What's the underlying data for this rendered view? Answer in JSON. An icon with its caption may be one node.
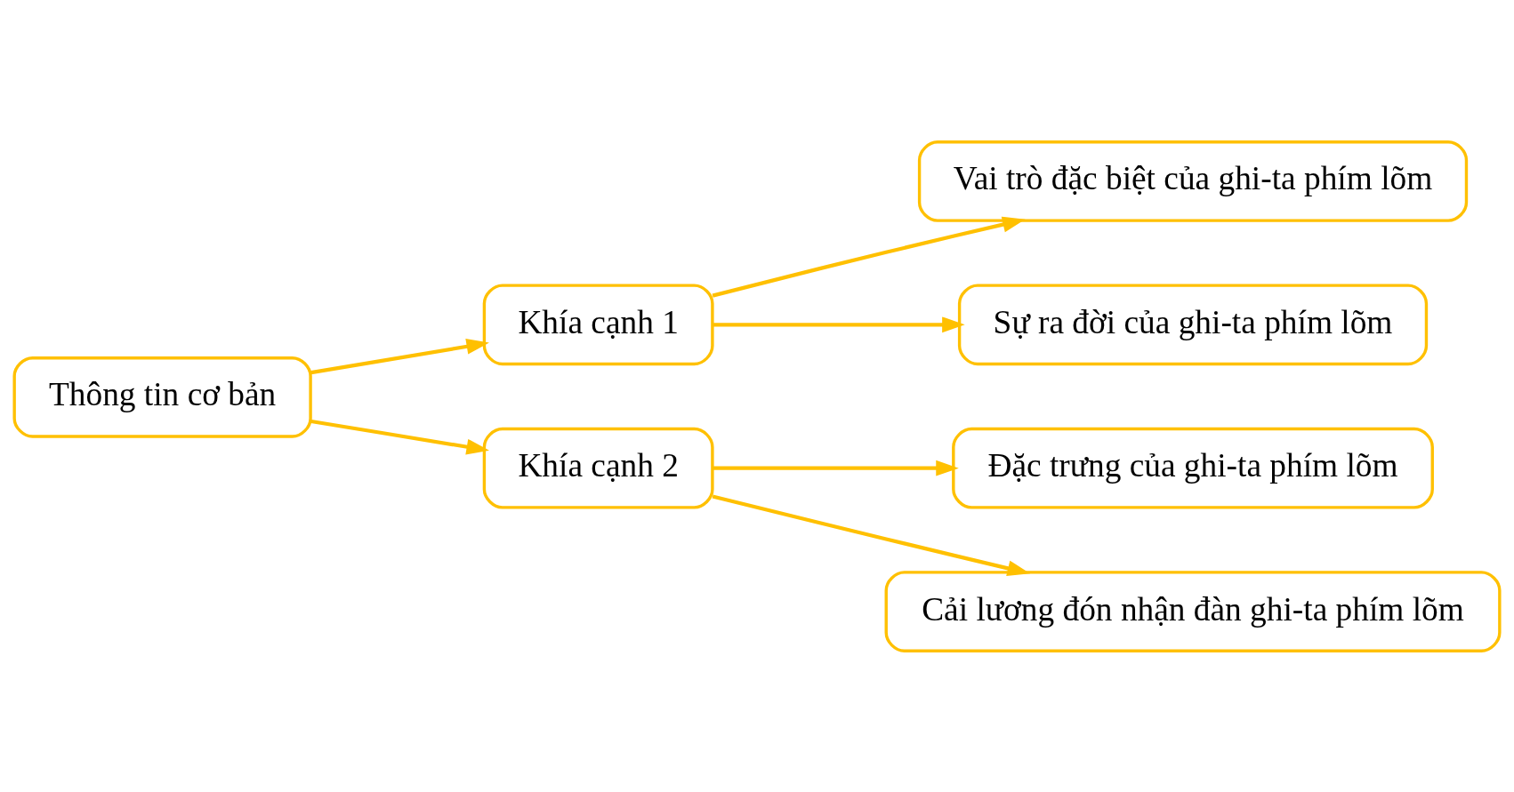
{
  "diagram": {
    "nodes": [
      {
        "text": [
          "Thông tin cơ bản"
        ]
      },
      {
        "text": [
          "Khía cạnh 1"
        ]
      },
      {
        "text": [
          "Vai trò đặc biệt của ghi-ta phím lõm"
        ]
      },
      {
        "text": [
          "Sự ra đời của ghi-ta phím lõm"
        ]
      },
      {
        "text": [
          "Khía cạnh 2"
        ]
      },
      {
        "text": [
          "Đặc trưng của ghi-ta phím lõm"
        ]
      },
      {
        "text": [
          "Cải lương đón nhận đàn ghi-ta phím lõm"
        ]
      }
    ],
    "edges": [
      {
        "from": 0,
        "to": 1,
        "arrow": "to"
      },
      {
        "from": 0,
        "to": 4,
        "arrow": "to"
      },
      {
        "from": 1,
        "to": 2,
        "arrow": "to"
      },
      {
        "from": 1,
        "to": 3,
        "arrow": "to"
      },
      {
        "from": 4,
        "to": 5,
        "arrow": "to"
      },
      {
        "from": 4,
        "to": 6,
        "arrow": "to"
      }
    ]
  }
}
